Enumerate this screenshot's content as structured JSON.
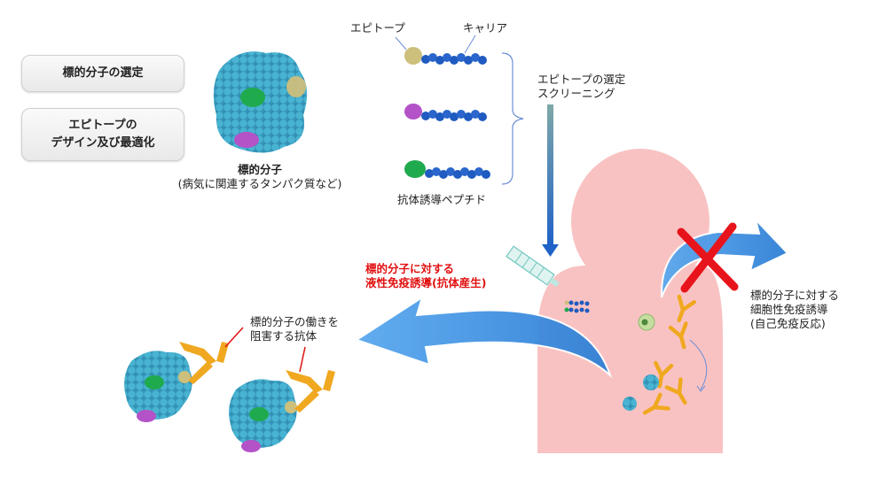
{
  "steps": {
    "select_target": "標的分子の選定",
    "design_line1": "エピトープの",
    "design_line2": "デザイン及び最適化"
  },
  "target": {
    "label_line1": "標的分子",
    "label_line2": "(病気に関連するタンパク質など)"
  },
  "peptide": {
    "epitope_label": "エピトープ",
    "carrier_label": "キャリア",
    "name": "抗体誘導ペプチド"
  },
  "screening": {
    "line1": "エピトープの選定",
    "line2": "スクリーニング"
  },
  "humoral": {
    "line1": "標的分子に対する",
    "line2": "液性免疫誘導(抗体産生)",
    "color": "#e01010"
  },
  "cellular": {
    "line1": "標的分子に対する",
    "line2": "細胞性免疫誘導",
    "line3": "(自己免疫反応)"
  },
  "blocking": {
    "line1": "標的分子の働きを",
    "line2": "阻害する抗体"
  },
  "colors": {
    "protein": "#3ea6c4",
    "epitope_gold": "#cdbf7c",
    "epitope_purple": "#b452c8",
    "epitope_green": "#1faa4e",
    "carrier": "#1f5bc0",
    "body": "#f9c2c2",
    "arrow_blue": "#4f9de8",
    "cross": "#e8141c",
    "antibody": "#f0a820"
  }
}
